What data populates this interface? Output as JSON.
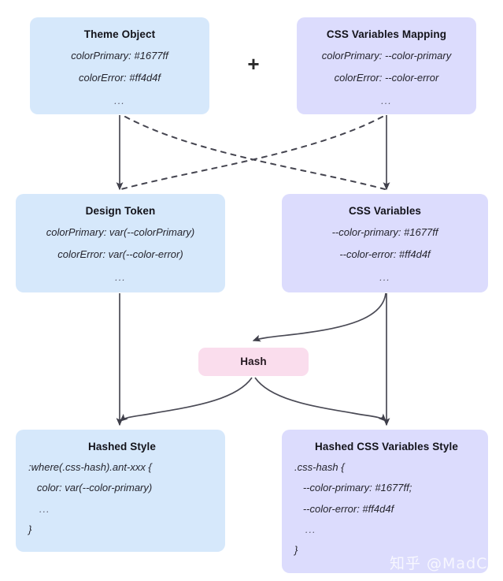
{
  "diagram": {
    "operator": "+",
    "watermark": "知乎 @MadC",
    "colors": {
      "blue_node": "#d6e8fb",
      "purple_node": "#dcdcfd",
      "pink_node": "#fadded",
      "edge": "#4a4a55",
      "background": "#ffffff"
    },
    "nodes": {
      "theme_object": {
        "title": "Theme Object",
        "lines": [
          "colorPrimary: #1677ff",
          "colorError: #ff4d4f",
          "..."
        ]
      },
      "css_variables_mapping": {
        "title": "CSS Variables Mapping",
        "lines": [
          "colorPrimary: --color-primary",
          "colorError: --color-error",
          "..."
        ]
      },
      "design_token": {
        "title": "Design Token",
        "lines": [
          "colorPrimary: var(--colorPrimary)",
          "colorError: var(--color-error)",
          "..."
        ]
      },
      "css_variables": {
        "title": "CSS Variables",
        "lines": [
          "--color-primary: #1677ff",
          "--color-error: #ff4d4f",
          "..."
        ]
      },
      "hash": {
        "title": "Hash"
      },
      "hashed_style": {
        "title": "Hashed Style",
        "lines": [
          ":where(.css-hash).ant-xxx {",
          "   color: var(--color-primary)",
          "   ...",
          "}"
        ]
      },
      "hashed_css_variables_style": {
        "title": "Hashed CSS Variables Style",
        "lines": [
          ".css-hash {",
          "   --color-primary: #1677ff;",
          "   --color-error: #ff4d4f",
          "   ...",
          "}"
        ]
      }
    },
    "edges": [
      {
        "from": "theme_object",
        "to": "design_token",
        "style": "solid"
      },
      {
        "from": "css_variables_mapping",
        "to": "css_variables",
        "style": "solid"
      },
      {
        "from": "theme_object",
        "to": "css_variables",
        "style": "dashed"
      },
      {
        "from": "css_variables_mapping",
        "to": "design_token",
        "style": "dashed"
      },
      {
        "from": "design_token",
        "to": "hashed_style",
        "style": "solid"
      },
      {
        "from": "css_variables",
        "to": "hashed_css_variables_style",
        "style": "solid"
      },
      {
        "from": "css_variables",
        "to": "hash",
        "style": "solid-curved"
      },
      {
        "from": "hash",
        "to": "hashed_style",
        "style": "solid-curved"
      },
      {
        "from": "hash",
        "to": "hashed_css_variables_style",
        "style": "solid-curved"
      }
    ]
  }
}
